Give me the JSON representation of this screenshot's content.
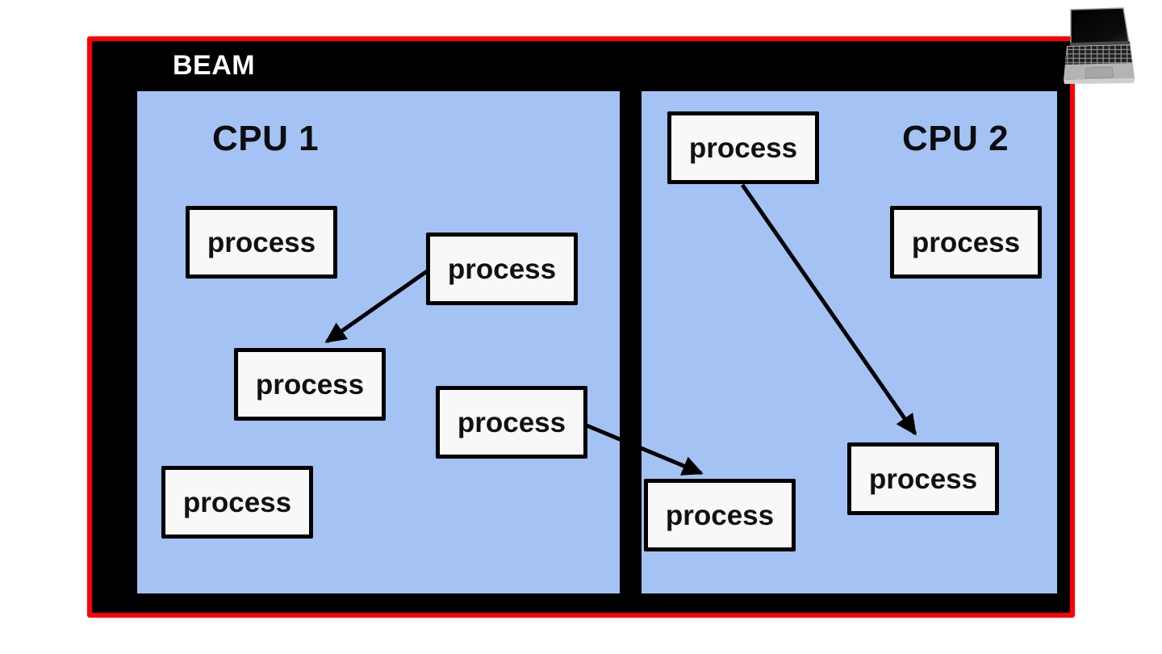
{
  "diagram": {
    "title": "BEAM",
    "colors": {
      "container_border": "#fe0000",
      "container_fill": "#000000",
      "cpu_fill": "#a4c2f4",
      "process_fill": "#f8f8f8",
      "process_border": "#000000",
      "beam_text": "#ffffff",
      "arrow": "#000000"
    },
    "cpus": [
      {
        "label": "CPU 1"
      },
      {
        "label": "CPU 2"
      }
    ],
    "processes": [
      {
        "label": "process",
        "cpu": "CPU 1"
      },
      {
        "label": "process",
        "cpu": "CPU 1"
      },
      {
        "label": "process",
        "cpu": "CPU 1"
      },
      {
        "label": "process",
        "cpu": "CPU 1"
      },
      {
        "label": "process",
        "cpu": "CPU 1"
      },
      {
        "label": "process",
        "cpu": "CPU 2"
      },
      {
        "label": "process",
        "cpu": "CPU 2"
      },
      {
        "label": "process",
        "cpu": "CPU 2"
      },
      {
        "label": "process",
        "cpu": "CPU 2"
      }
    ],
    "arrows": [
      {
        "from": "process (CPU 1, upper middle)",
        "to": "process (CPU 1, center)"
      },
      {
        "from": "process (CPU 1, lower middle)",
        "to": "process (CPU 2, bottom left)"
      },
      {
        "from": "process (CPU 2, top left)",
        "to": "process (CPU 2, lower right)"
      }
    ],
    "icons": [
      {
        "name": "laptop-icon"
      }
    ]
  }
}
